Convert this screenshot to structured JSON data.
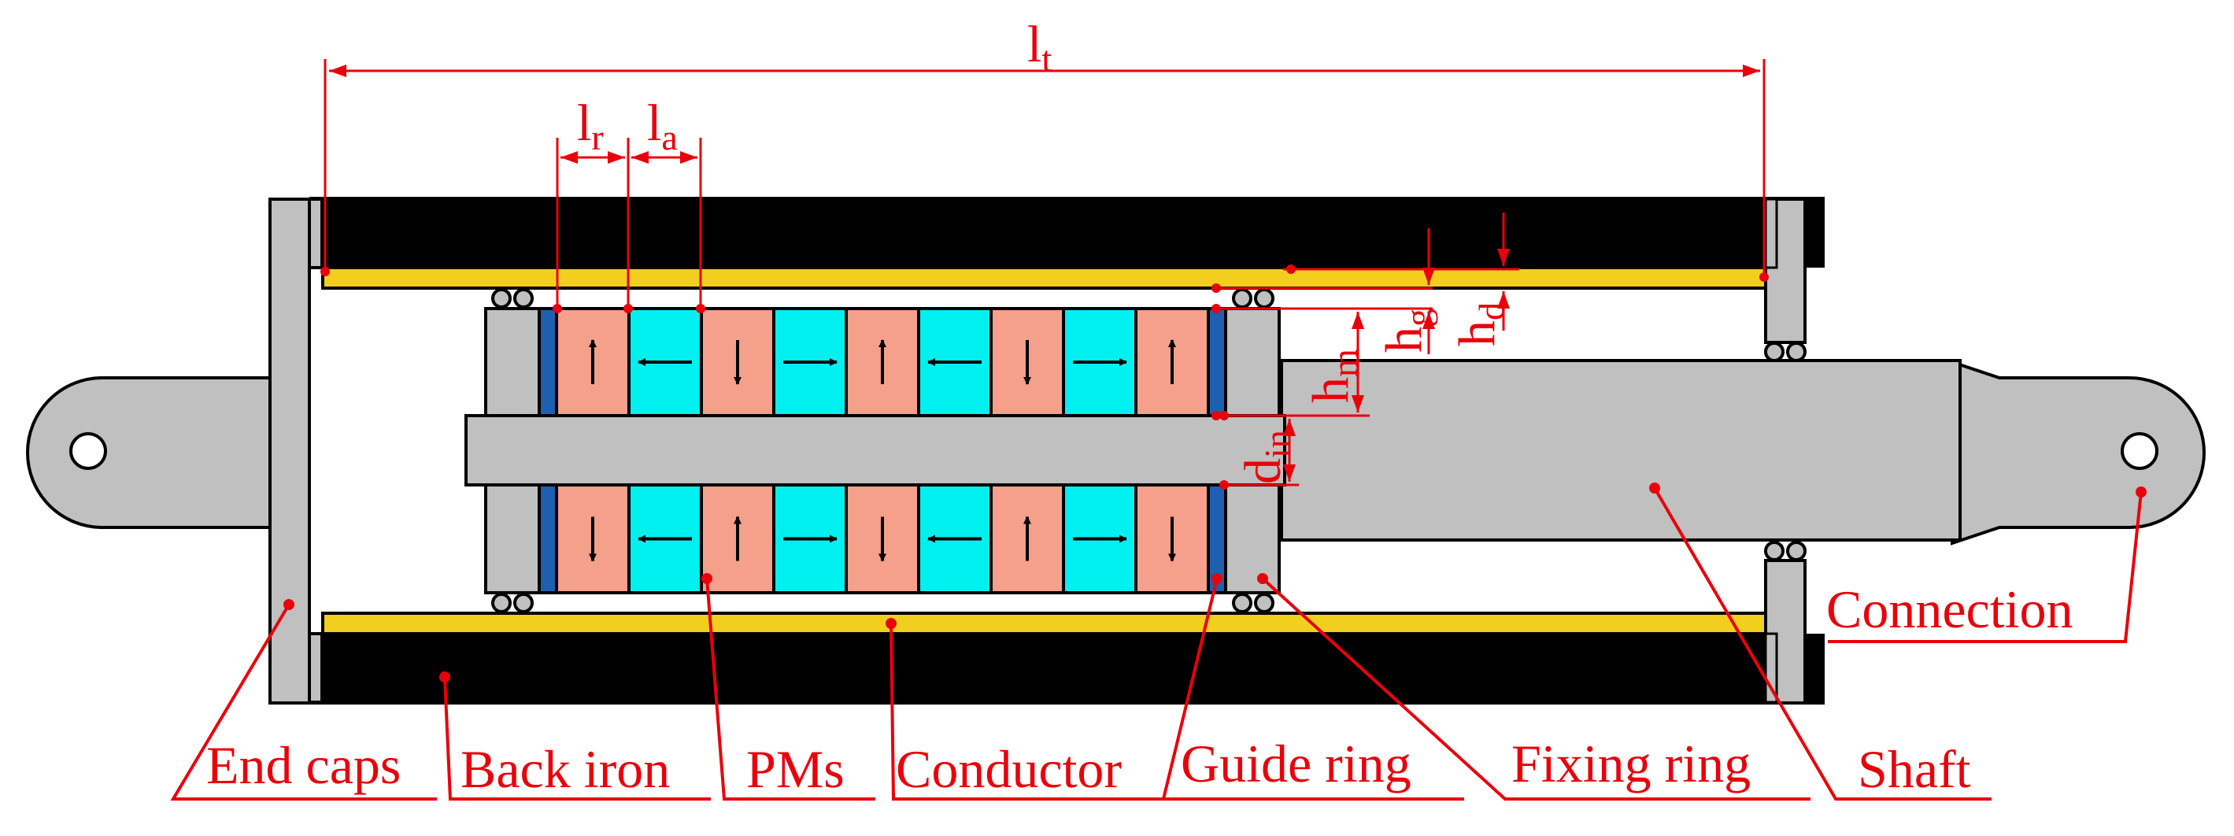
{
  "labels": {
    "end_caps": "End caps",
    "back_iron": "Back iron",
    "pms": "PMs",
    "conductor": "Conductor",
    "guide_ring": "Guide ring",
    "fixing_ring": "Fixing ring",
    "shaft": "Shaft",
    "connection": "Connection"
  },
  "dimensions": {
    "lt": {
      "main": "l",
      "sub": "t"
    },
    "lr": {
      "main": "l",
      "sub": "r"
    },
    "la": {
      "main": "l",
      "sub": "a"
    },
    "hm": {
      "main": "h",
      "sub": "m"
    },
    "hg": {
      "main": "h",
      "sub": "g"
    },
    "hd": {
      "main": "h",
      "sub": "d"
    },
    "din": {
      "main": "d",
      "sub": "in"
    }
  },
  "magnets": {
    "top": [
      "up",
      "left",
      "down",
      "right",
      "up",
      "left",
      "down",
      "right",
      "up"
    ],
    "bottom": [
      "down",
      "left",
      "up",
      "right",
      "down",
      "left",
      "up",
      "right",
      "down"
    ]
  },
  "colors": {
    "annotation": "#e8000b",
    "back_iron": "#000000",
    "conductor": "#f2cf1f",
    "structure_gray": "#c0c0c0",
    "radial_pm": "#f4a08a",
    "axial_pm": "#00f0f0",
    "blue_ring": "#1f5fb0"
  }
}
